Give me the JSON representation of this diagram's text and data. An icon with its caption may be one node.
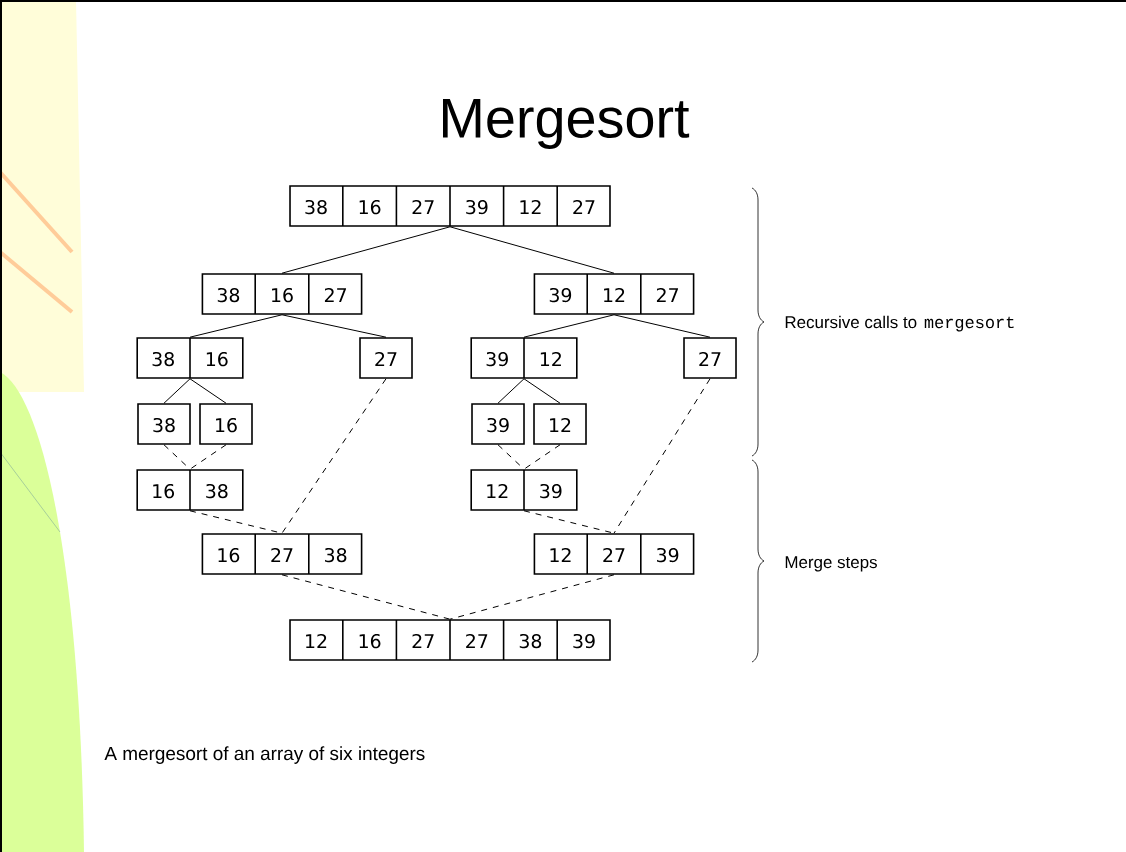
{
  "diagram": {
    "title": "Mergesort",
    "caption": "A mergesort of an array of six integers",
    "nodes": [
      {
        "text": [
          "38",
          "16",
          "27",
          "39",
          "12",
          "27"
        ]
      },
      {
        "text": [
          "38",
          "16",
          "27"
        ]
      },
      {
        "text": [
          "39",
          "12",
          "27"
        ]
      },
      {
        "text": [
          "38",
          "16"
        ]
      },
      {
        "text": [
          "27"
        ]
      },
      {
        "text": [
          "39",
          "12"
        ]
      },
      {
        "text": [
          "27"
        ]
      },
      {
        "text": [
          "38"
        ]
      },
      {
        "text": [
          "16"
        ]
      },
      {
        "text": [
          "39"
        ]
      },
      {
        "text": [
          "12"
        ]
      },
      {
        "text": [
          "16",
          "38"
        ]
      },
      {
        "text": [
          "12",
          "39"
        ]
      },
      {
        "text": [
          "16",
          "27",
          "38"
        ]
      },
      {
        "text": [
          "12",
          "27",
          "39"
        ]
      },
      {
        "text": [
          "12",
          "16",
          "27",
          "27",
          "38",
          "39"
        ]
      }
    ],
    "edges": [
      {
        "from": 0,
        "to": 1,
        "arrow": "none"
      },
      {
        "from": 0,
        "to": 2,
        "arrow": "none"
      },
      {
        "from": 1,
        "to": 3,
        "arrow": "none"
      },
      {
        "from": 1,
        "to": 4,
        "arrow": "none"
      },
      {
        "from": 2,
        "to": 5,
        "arrow": "none"
      },
      {
        "from": 2,
        "to": 6,
        "arrow": "none"
      },
      {
        "from": 3,
        "to": 7,
        "arrow": "none"
      },
      {
        "from": 3,
        "to": 8,
        "arrow": "none"
      },
      {
        "from": 5,
        "to": 9,
        "arrow": "none"
      },
      {
        "from": 5,
        "to": 10,
        "arrow": "none"
      },
      {
        "from": 7,
        "to": 11,
        "arrow": "none",
        "style": "dashed"
      },
      {
        "from": 8,
        "to": 11,
        "arrow": "none",
        "style": "dashed"
      },
      {
        "from": 9,
        "to": 12,
        "arrow": "none",
        "style": "dashed"
      },
      {
        "from": 10,
        "to": 12,
        "arrow": "none",
        "style": "dashed"
      },
      {
        "from": 11,
        "to": 13,
        "arrow": "none",
        "style": "dashed"
      },
      {
        "from": 4,
        "to": 13,
        "arrow": "none",
        "style": "dashed"
      },
      {
        "from": 12,
        "to": 14,
        "arrow": "none",
        "style": "dashed"
      },
      {
        "from": 6,
        "to": 14,
        "arrow": "none",
        "style": "dashed"
      },
      {
        "from": 13,
        "to": 15,
        "arrow": "none",
        "style": "dashed"
      },
      {
        "from": 14,
        "to": 15,
        "arrow": "none",
        "style": "dashed"
      }
    ],
    "labels": [
      "Recursive calls to",
      "mergesort",
      "Merge steps"
    ]
  }
}
